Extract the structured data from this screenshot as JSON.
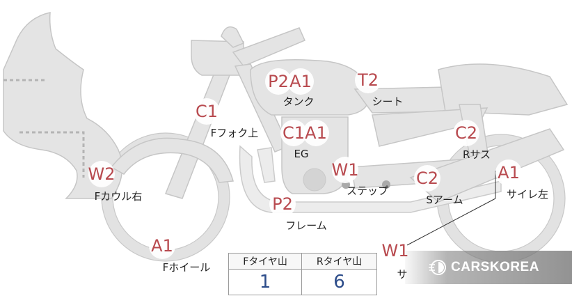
{
  "diagram": {
    "accent_color": "#b84a4f",
    "value_color": "#2c4c8a",
    "markers": [
      {
        "id": "p2-tank",
        "codes": [
          "P2"
        ]
      },
      {
        "id": "a1-tank",
        "codes": [
          "A1"
        ]
      },
      {
        "id": "t2-seat",
        "codes": [
          "T2"
        ]
      },
      {
        "id": "c1-fork",
        "codes": [
          "C1"
        ]
      },
      {
        "id": "c1-eg",
        "codes": [
          "C1"
        ]
      },
      {
        "id": "a1-eg",
        "codes": [
          "A1"
        ]
      },
      {
        "id": "c2-rsus",
        "codes": [
          "C2"
        ]
      },
      {
        "id": "w2-cowl",
        "codes": [
          "W2"
        ]
      },
      {
        "id": "w1-step",
        "codes": [
          "W1"
        ]
      },
      {
        "id": "c2-sarm",
        "codes": [
          "C2"
        ]
      },
      {
        "id": "a1-silencer",
        "codes": [
          "A1"
        ]
      },
      {
        "id": "p2-frame",
        "codes": [
          "P2"
        ]
      },
      {
        "id": "a1-fwheel",
        "codes": [
          "A1"
        ]
      },
      {
        "id": "w1-rwheel",
        "codes": [
          "W1"
        ]
      }
    ],
    "labels": {
      "tank": "タンク",
      "seat": "シート",
      "front_fork_top": "Fフォク上",
      "engine": "EG",
      "rear_suspension": "Rサス",
      "front_cowl_right": "Fカウル右",
      "step": "ステップ",
      "swing_arm": "Sアーム",
      "silencer_left": "サイレ左",
      "frame": "フレーム",
      "front_wheel": "Fホイール",
      "rear_wheel_partial": "サ"
    }
  },
  "tread_table": {
    "headers": [
      "Fタイヤ山",
      "Rタイヤ山"
    ],
    "values": [
      "1",
      "6"
    ]
  },
  "watermark": {
    "text": "CARSKOREA",
    "icon": "carskorea-logo-icon"
  }
}
